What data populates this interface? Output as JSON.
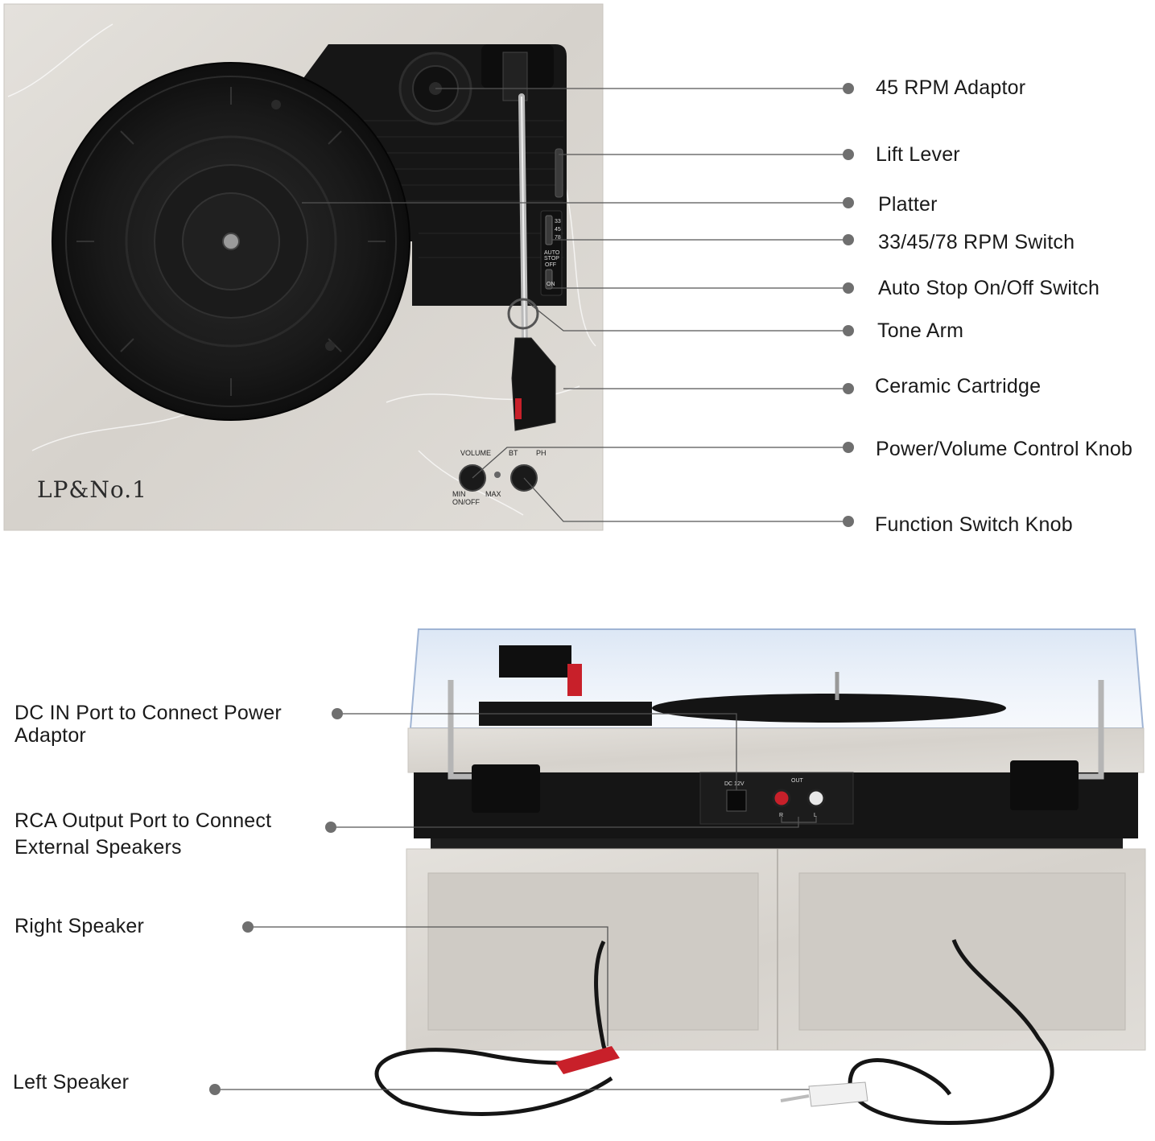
{
  "brand": {
    "name": "LP&No.1"
  },
  "top_view": {
    "panel_text": {
      "volume": "VOLUME",
      "bt": "BT",
      "ph": "PH",
      "min": "MIN",
      "max": "MAX",
      "on_off": "ON/OFF",
      "rpm_33": "33",
      "rpm_45": "45",
      "rpm_78": "78",
      "auto_stop_1": "AUTO",
      "auto_stop_2": "STOP",
      "off": "OFF",
      "on": "ON"
    },
    "callouts": [
      {
        "id": "45-rpm-adaptor",
        "text": "45 RPM Adaptor"
      },
      {
        "id": "lift-lever",
        "text": "Lift Lever"
      },
      {
        "id": "platter",
        "text": "Platter"
      },
      {
        "id": "rpm-switch",
        "text": "33/45/78 RPM Switch"
      },
      {
        "id": "auto-stop-switch",
        "text": "Auto Stop On/Off Switch"
      },
      {
        "id": "tone-arm",
        "text": "Tone Arm"
      },
      {
        "id": "ceramic-cartridge",
        "text": "Ceramic Cartridge"
      },
      {
        "id": "power-volume-knob",
        "text": "Power/Volume Control Knob"
      },
      {
        "id": "function-switch-knob",
        "text": "Function Switch Knob"
      }
    ]
  },
  "rear_view": {
    "panel_text": {
      "dc": "DC 12V",
      "out": "OUT",
      "r": "R",
      "l": "L"
    },
    "callouts": [
      {
        "id": "dc-in-port",
        "line1": "DC IN Port to Connect Power",
        "line2": "Adaptor"
      },
      {
        "id": "rca-output-port",
        "line1": "RCA Output Port to Connect",
        "line2": "External Speakers"
      },
      {
        "id": "right-speaker",
        "line1": "Right Speaker"
      },
      {
        "id": "left-speaker",
        "line1": "Left Speaker"
      }
    ]
  },
  "colors": {
    "marble": "#dcd8d2",
    "vinyl_black": "#141414",
    "leader": "#555555",
    "dot": "#6f6f6f",
    "cable_red": "#c8202a"
  }
}
